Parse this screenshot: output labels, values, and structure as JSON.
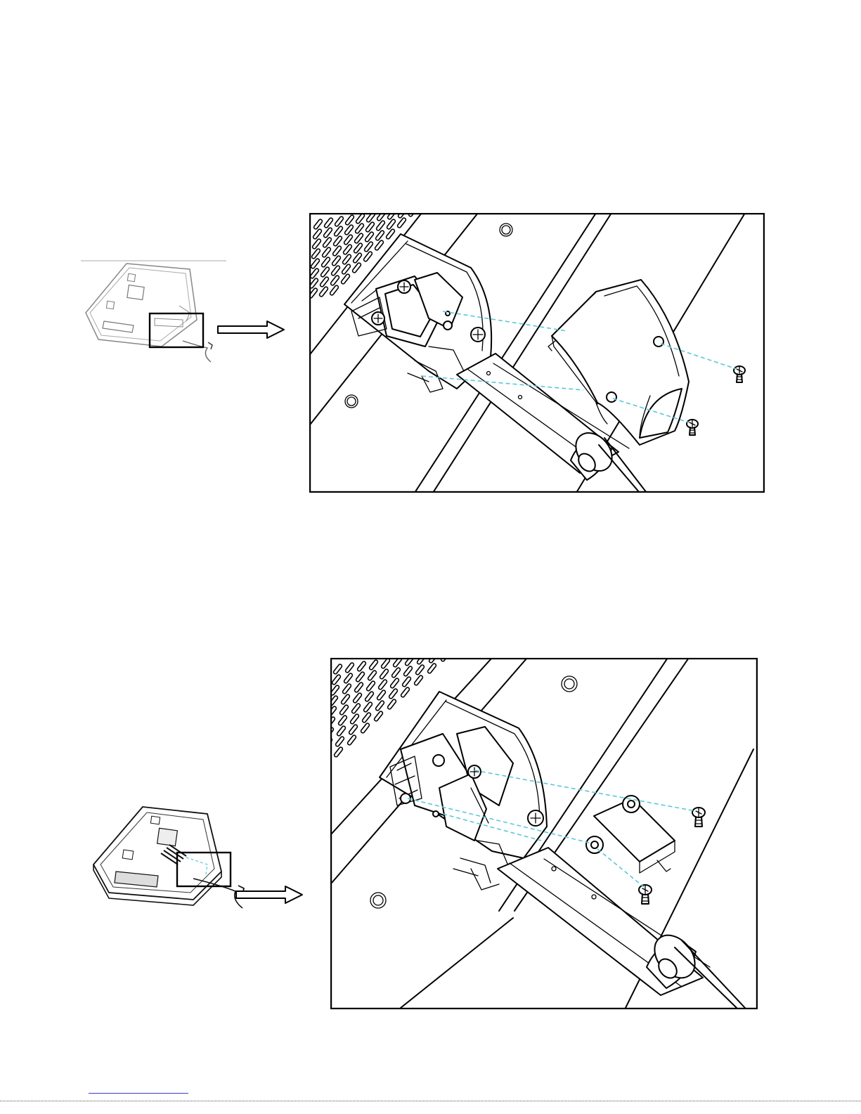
{
  "figures": [
    {
      "id": "step1",
      "thumbnail": "monitor-rear-overview-thumbnail",
      "arrow": "outline-arrow-right",
      "detail": "power-cover-removal-detail",
      "screw_count": 2
    },
    {
      "id": "step2",
      "thumbnail": "monitor-rear-overview-thumbnail",
      "arrow": "outline-arrow-right",
      "detail": "bracket-screw-removal-detail",
      "screw_count": 2
    }
  ],
  "colors": {
    "line": "#000000",
    "guide_dash": "#5bc8d8",
    "thumbnail_line": "#777777",
    "footer_rule": "#3a3ad0"
  }
}
